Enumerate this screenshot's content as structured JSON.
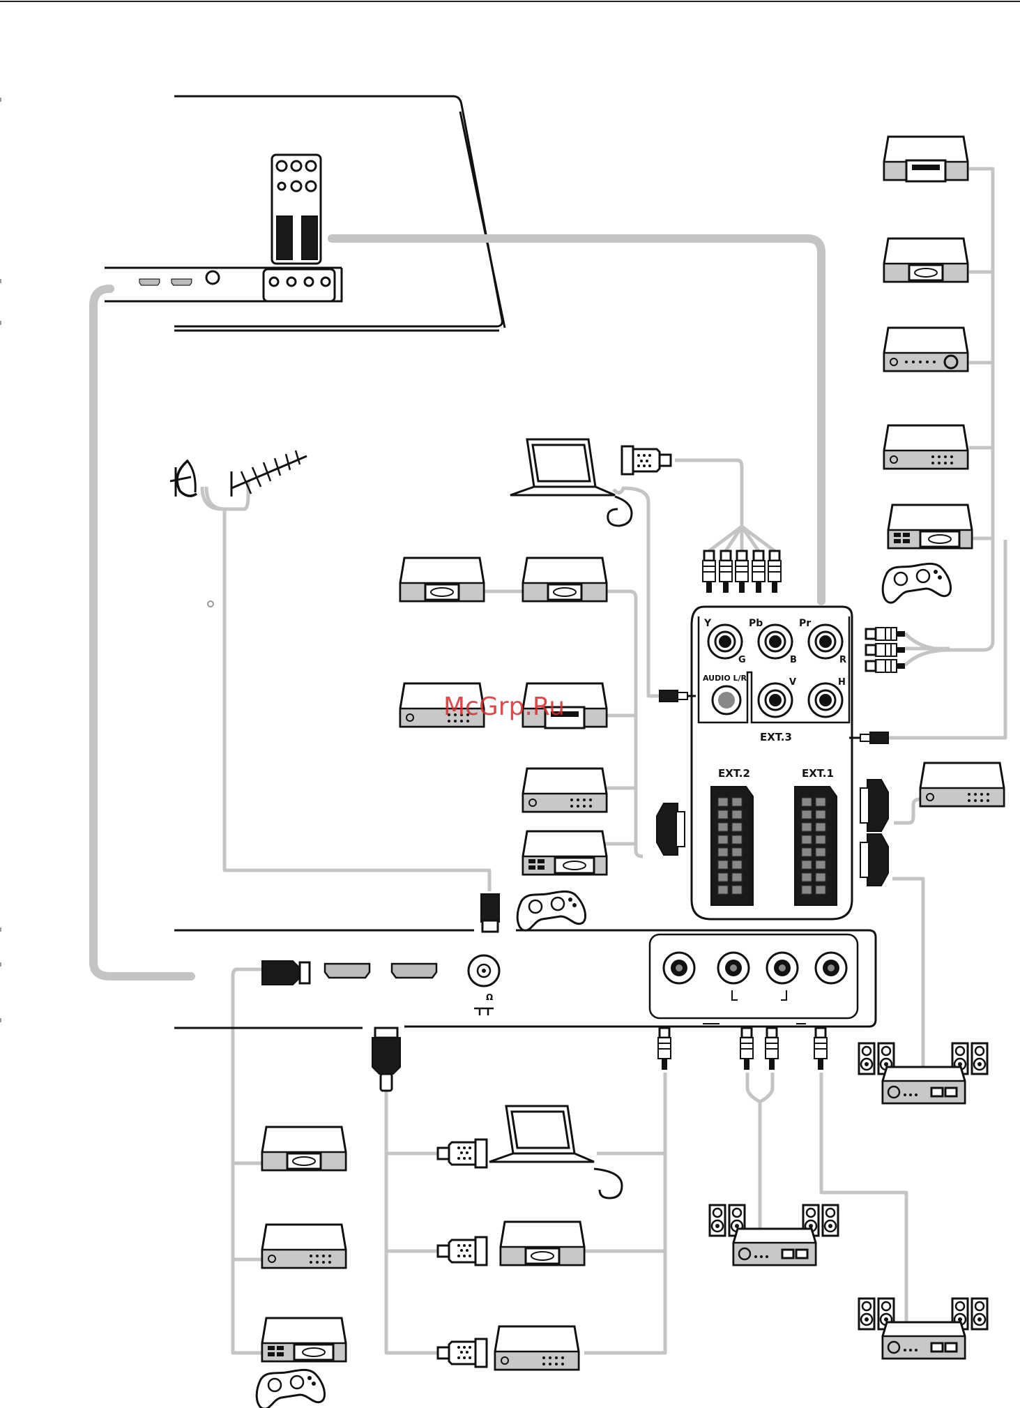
{
  "labels": {
    "y": "Y",
    "pb": "Pb",
    "pr": "Pr",
    "g": "G",
    "b": "B",
    "r": "R",
    "audio_lr": "AUDIO L/R",
    "v": "V",
    "h": "H",
    "ext3": "EXT.3",
    "ext2": "EXT.2",
    "ext1": "EXT.1",
    "antenna_symbol": "Ω",
    "side_l": "L",
    "side_r": "J"
  },
  "watermark": "McGrp.Ru",
  "colors": {
    "cable": "#c4c4c4",
    "outline": "#111111",
    "device_base": "#c8c8c8",
    "watermark": "#d92b2b"
  }
}
